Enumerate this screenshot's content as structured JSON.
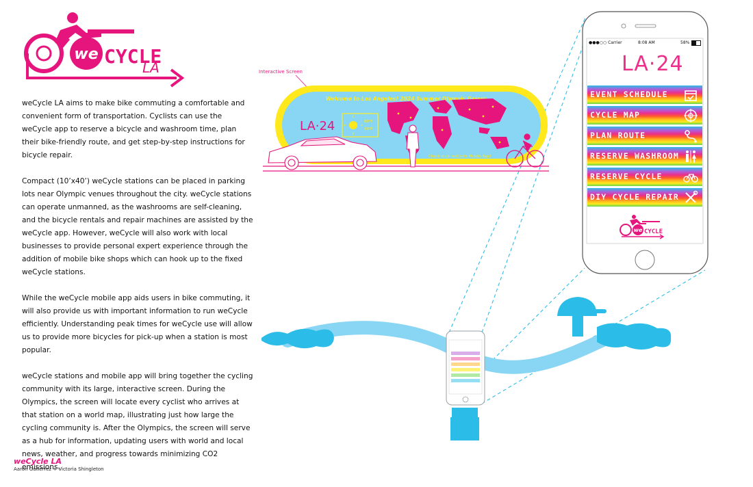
{
  "brand": {
    "logo_we": "we",
    "logo_cycle": "CYCLE",
    "logo_la": "LA",
    "primary_color": "#e6157d",
    "accent_color": "#ffe91c",
    "sky_color": "#88d6f3"
  },
  "description": {
    "paragraphs": [
      "weCycle LA aims to make bike commuting a comfortable and convenient form of transportation.  Cyclists can use the weCycle app to reserve a bicycle and washroom time, plan their bike-friendly route, and get step-by-step instructions for bicycle repair.",
      "Compact (10’x40’) weCycle stations can be placed in parking lots near Olympic venues throughout the city.  weCycle stations can operate unmanned, as the washrooms are self-cleaning, and the bicycle rentals and repair machines are assisted by the weCycle app.  However, weCycle will also work with local businesses to provide personal expert experience through the addition of mobile bike shops which can hook up to the fixed weCycle stations.",
      "While the weCycle mobile app aids users in bike commuting, it will also provide us with important information to run weCycle efficiently.  Understanding peak times for weCycle use will allow us to provide more bicycles for pick-up when a station is most popular.",
      "weCycle stations and mobile app will bring together the cycling community with its large, interactive screen.  During the Olympics, the screen will locate every cyclist who arrives at that station on a world map, illustrating just how large the cycling community is.  After the Olympics, the screen will serve as a hub for information, updating users with world and local news, weather, and progress towards minimizing CO2 emissions."
    ]
  },
  "footer": {
    "title": "weCycle LA",
    "authors": "Aaron Gutierrez + Victoria Shingleton"
  },
  "station": {
    "label": "Interactive Screen",
    "welcome_text": "Welcome to Los Angeles!  2024 Summer Olympic Games",
    "la_logo": "LA·24",
    "temp_high": "80°F",
    "temp_low": "59°F",
    "checkin_text": "Check in on weCycle Mobile App!"
  },
  "phone": {
    "carrier": "●●●○○ Carrier",
    "time": "8:08 AM",
    "battery": "58%",
    "app_logo": "LA·24",
    "menu": [
      {
        "label": "EVENT SCHEDULE",
        "icon": "calendar-check-icon"
      },
      {
        "label": "CYCLE MAP",
        "icon": "compass-icon"
      },
      {
        "label": "PLAN ROUTE",
        "icon": "route-icon"
      },
      {
        "label": "RESERVE WASHROOM",
        "icon": "restroom-icon"
      },
      {
        "label": "RESERVE CYCLE",
        "icon": "bicycle-icon"
      },
      {
        "label": "DIY CYCLE REPAIR",
        "icon": "tools-icon"
      }
    ],
    "footer_logo_we": "we",
    "footer_logo_cycle": "CYCLE"
  }
}
